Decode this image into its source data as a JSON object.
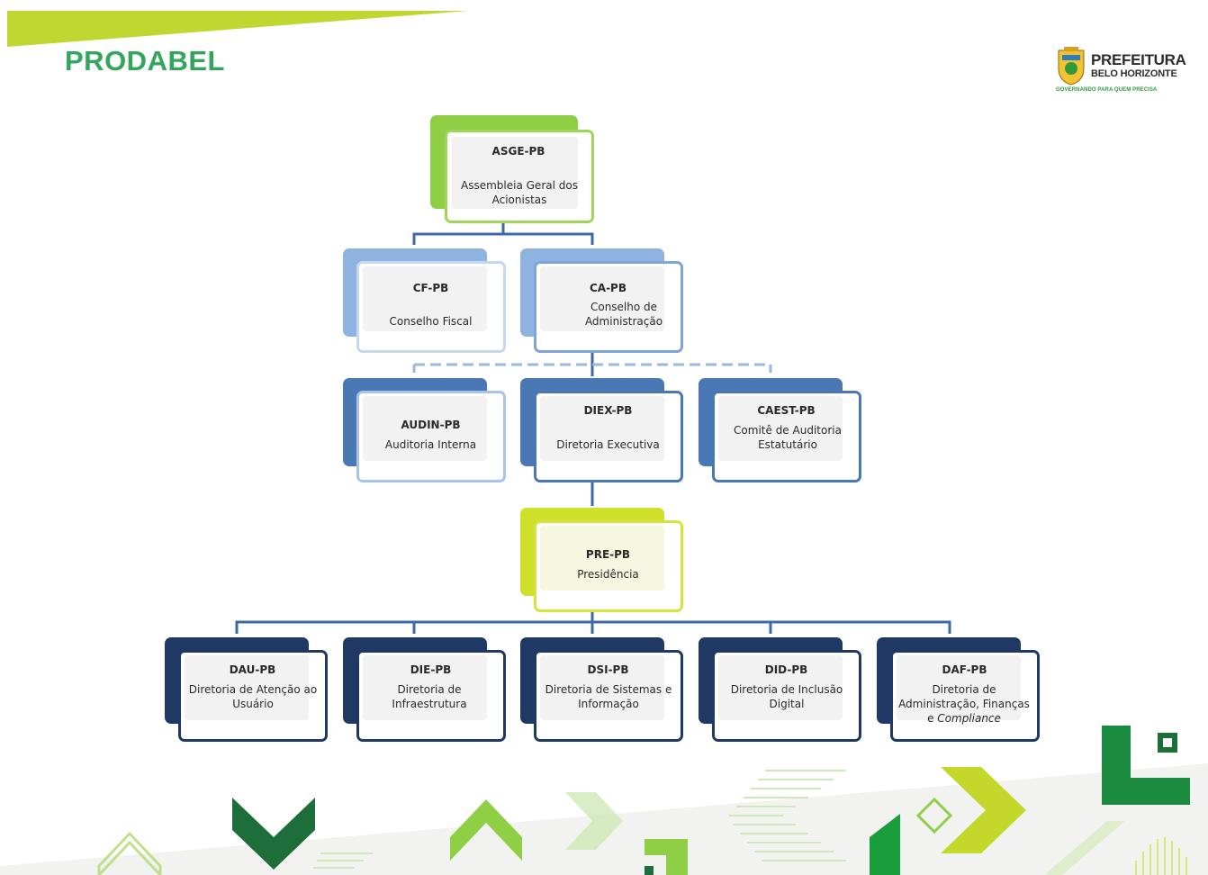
{
  "header": {
    "title": "PRODABEL"
  },
  "logo": {
    "line1": "PREFEITURA",
    "line2": "BELO HORIZONTE",
    "slogan": "GOVERNANDO PARA QUEM PRECISA"
  },
  "colors": {
    "title_green": "#33a65c",
    "asge": "#8fcf45",
    "board_light": "#8fb3e0",
    "dir_mid": "#4a78b5",
    "pres": "#cfe02a",
    "dir_dark": "#1f3864",
    "connector": "#3d6aa5"
  },
  "org": {
    "asge": {
      "code": "ASGE-PB",
      "name": "Assembleia Geral dos Acionistas"
    },
    "cf": {
      "code": "CF-PB",
      "name": "Conselho Fiscal"
    },
    "ca": {
      "code": "CA-PB",
      "name": "Conselho de Administração"
    },
    "audin": {
      "code": "AUDIN-PB",
      "name": "Auditoria Interna"
    },
    "diex": {
      "code": "DIEX-PB",
      "name": "Diretoria Executiva"
    },
    "caest": {
      "code": "CAEST-PB",
      "name": "Comitê de Auditoria Estatutário"
    },
    "pre": {
      "code": "PRE-PB",
      "name": "Presidência"
    },
    "dau": {
      "code": "DAU-PB",
      "name": "Diretoria de Atenção ao Usuário"
    },
    "die": {
      "code": "DIE-PB",
      "name": "Diretoria de Infraestrutura"
    },
    "dsi": {
      "code": "DSI-PB",
      "name": "Diretoria de Sistemas e Informação"
    },
    "did": {
      "code": "DID-PB",
      "name": "Diretoria de Inclusão Digital"
    },
    "daf": {
      "code": "DAF-PB",
      "name": "Diretoria de Administração, Finanças e",
      "name_italic": "Compliance"
    }
  }
}
